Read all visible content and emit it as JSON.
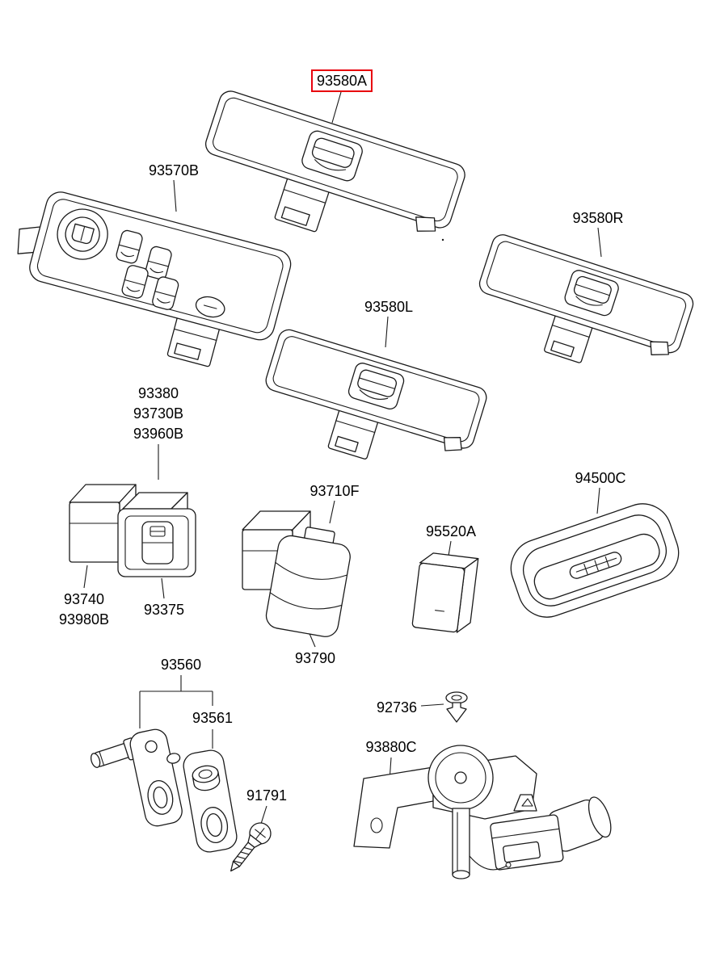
{
  "diagram": {
    "description": "Power window switch parts diagram",
    "highlighted_part": "93580A",
    "colors": {
      "background": "#ffffff",
      "line": "#1a1a1a",
      "highlight": "#e8000d"
    }
  },
  "labels": {
    "part_93580A": "93580A",
    "part_93570B": "93570B",
    "part_93580R": "93580R",
    "part_93580L": "93580L",
    "part_93380": "93380",
    "part_93730B": "93730B",
    "part_93960B": "93960B",
    "part_93710F": "93710F",
    "part_95520A": "95520A",
    "part_94500C": "94500C",
    "part_93740": "93740",
    "part_93980B": "93980B",
    "part_93375": "93375",
    "part_93790": "93790",
    "part_93560": "93560",
    "part_93561": "93561",
    "part_92736": "92736",
    "part_91791": "91791",
    "part_93880C": "93880C"
  }
}
